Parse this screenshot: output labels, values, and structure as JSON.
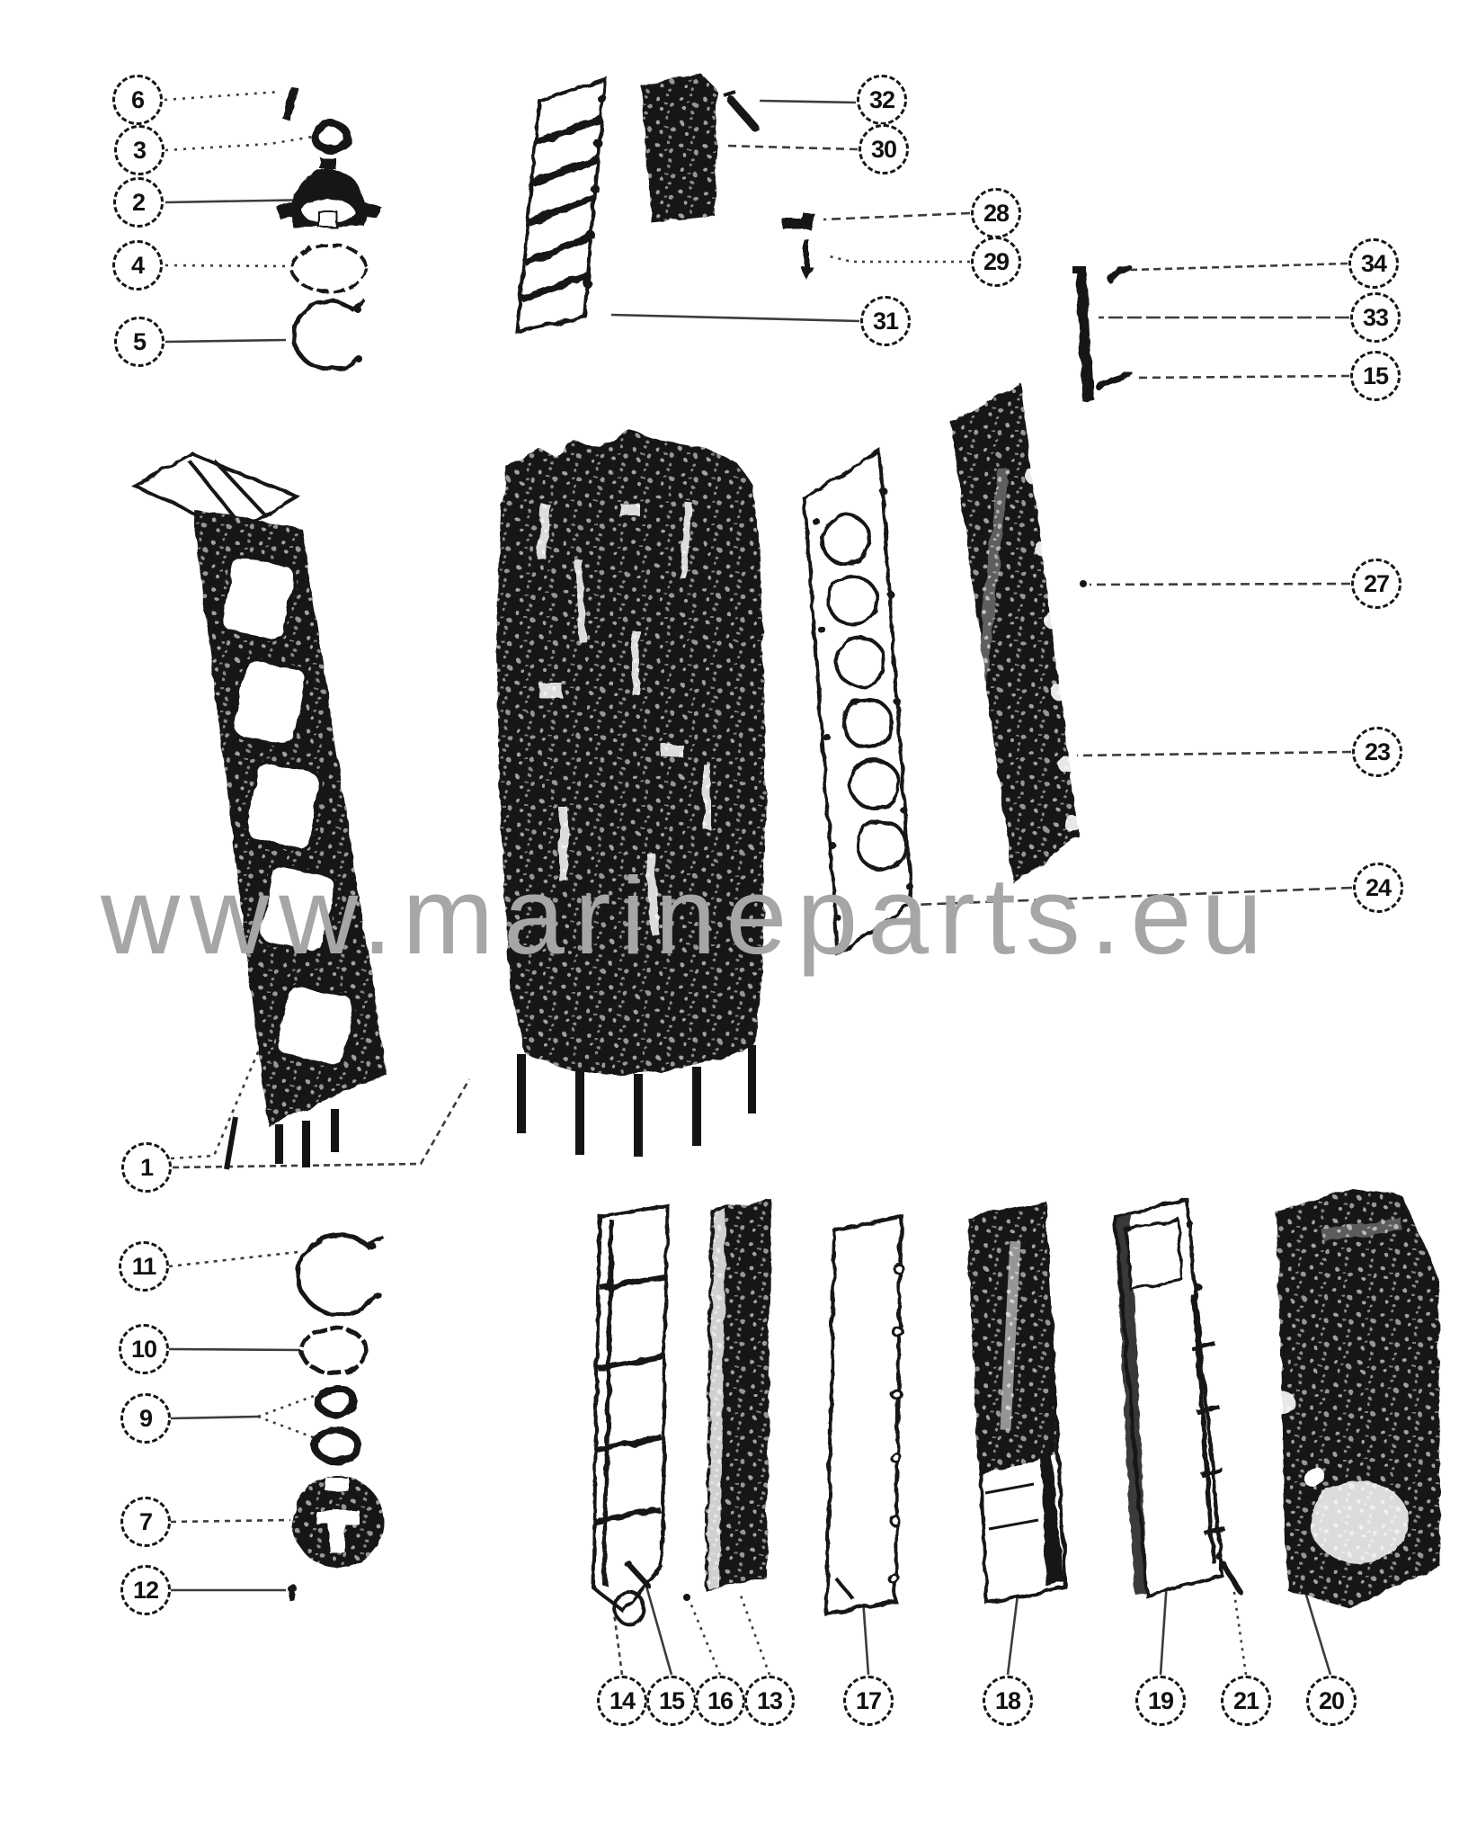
{
  "watermark": {
    "text": "www.marineparts.eu",
    "color": "#a6a6a6"
  },
  "diagram": {
    "type": "exploded-parts-diagram",
    "callouts": [
      {
        "id": "6",
        "label": "6"
      },
      {
        "id": "3",
        "label": "3"
      },
      {
        "id": "2",
        "label": "2"
      },
      {
        "id": "4",
        "label": "4"
      },
      {
        "id": "5",
        "label": "5"
      },
      {
        "id": "32",
        "label": "32"
      },
      {
        "id": "30",
        "label": "30"
      },
      {
        "id": "28",
        "label": "28"
      },
      {
        "id": "29",
        "label": "29"
      },
      {
        "id": "31",
        "label": "31"
      },
      {
        "id": "34",
        "label": "34"
      },
      {
        "id": "33",
        "label": "33"
      },
      {
        "id": "15r",
        "label": "15"
      },
      {
        "id": "27",
        "label": "27"
      },
      {
        "id": "23",
        "label": "23"
      },
      {
        "id": "24",
        "label": "24"
      },
      {
        "id": "1",
        "label": "1"
      },
      {
        "id": "11",
        "label": "11"
      },
      {
        "id": "10",
        "label": "10"
      },
      {
        "id": "9",
        "label": "9"
      },
      {
        "id": "7",
        "label": "7"
      },
      {
        "id": "12",
        "label": "12"
      },
      {
        "id": "14",
        "label": "14"
      },
      {
        "id": "15b",
        "label": "15"
      },
      {
        "id": "16",
        "label": "16"
      },
      {
        "id": "13",
        "label": "13"
      },
      {
        "id": "17",
        "label": "17"
      },
      {
        "id": "18",
        "label": "18"
      },
      {
        "id": "19",
        "label": "19"
      },
      {
        "id": "21",
        "label": "21"
      },
      {
        "id": "20",
        "label": "20"
      }
    ]
  }
}
